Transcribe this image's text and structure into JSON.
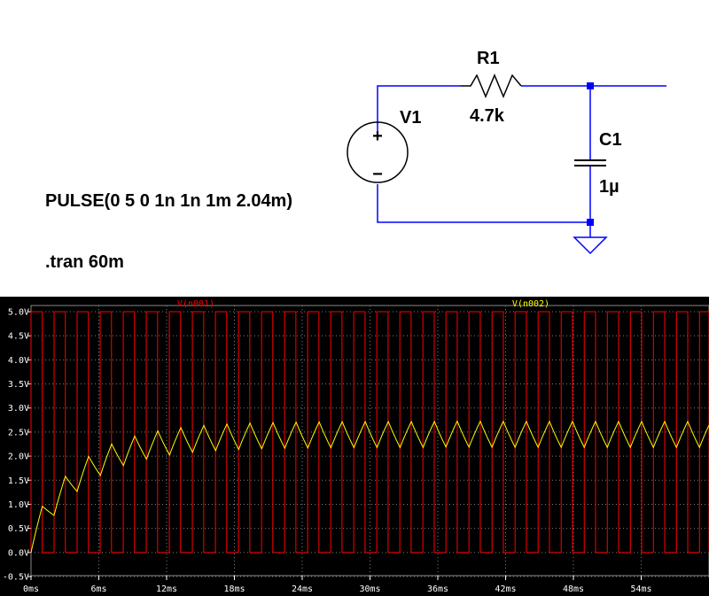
{
  "schematic": {
    "source": {
      "name": "V1",
      "plus_symbol": "+",
      "minus_symbol": "−",
      "value": "PULSE(0 5 0 1n 1n 1m 2.04m)"
    },
    "resistor": {
      "name": "R1",
      "value": "4.7k"
    },
    "capacitor": {
      "name": "C1",
      "value": "1µ"
    },
    "directive": ".tran 60m",
    "colors": {
      "wire": "#0000ff",
      "component": "#000000",
      "junction": "#0000ff"
    }
  },
  "chart_data": {
    "type": "line",
    "background": "#000000",
    "grid": true,
    "xlim": [
      0,
      60
    ],
    "ylim": [
      -0.5,
      5.0
    ],
    "x_ticks": [
      "0ms",
      "6ms",
      "12ms",
      "18ms",
      "24ms",
      "30ms",
      "36ms",
      "42ms",
      "48ms",
      "54ms"
    ],
    "x_tick_values": [
      0,
      6,
      12,
      18,
      24,
      30,
      36,
      42,
      48,
      54
    ],
    "y_ticks": [
      "5.0V",
      "4.5V",
      "4.0V",
      "3.5V",
      "3.0V",
      "2.5V",
      "2.0V",
      "1.5V",
      "1.0V",
      "0.5V",
      "0.0V",
      "-0.5V"
    ],
    "y_tick_values": [
      5.0,
      4.5,
      4.0,
      3.5,
      3.0,
      2.5,
      2.0,
      1.5,
      1.0,
      0.5,
      0.0,
      -0.5
    ],
    "series": [
      {
        "name": "V(n001)",
        "color": "#ff0000",
        "kind": "pulse",
        "low": 0,
        "high": 5,
        "on_time_ms": 1,
        "period_ms": 2.04,
        "t_end_ms": 60
      },
      {
        "name": "V(n002)",
        "color": "#ffff00",
        "kind": "rc_response",
        "r_ohm": 4700,
        "c_farad": 1e-06,
        "t_end_ms": 60
      }
    ]
  }
}
